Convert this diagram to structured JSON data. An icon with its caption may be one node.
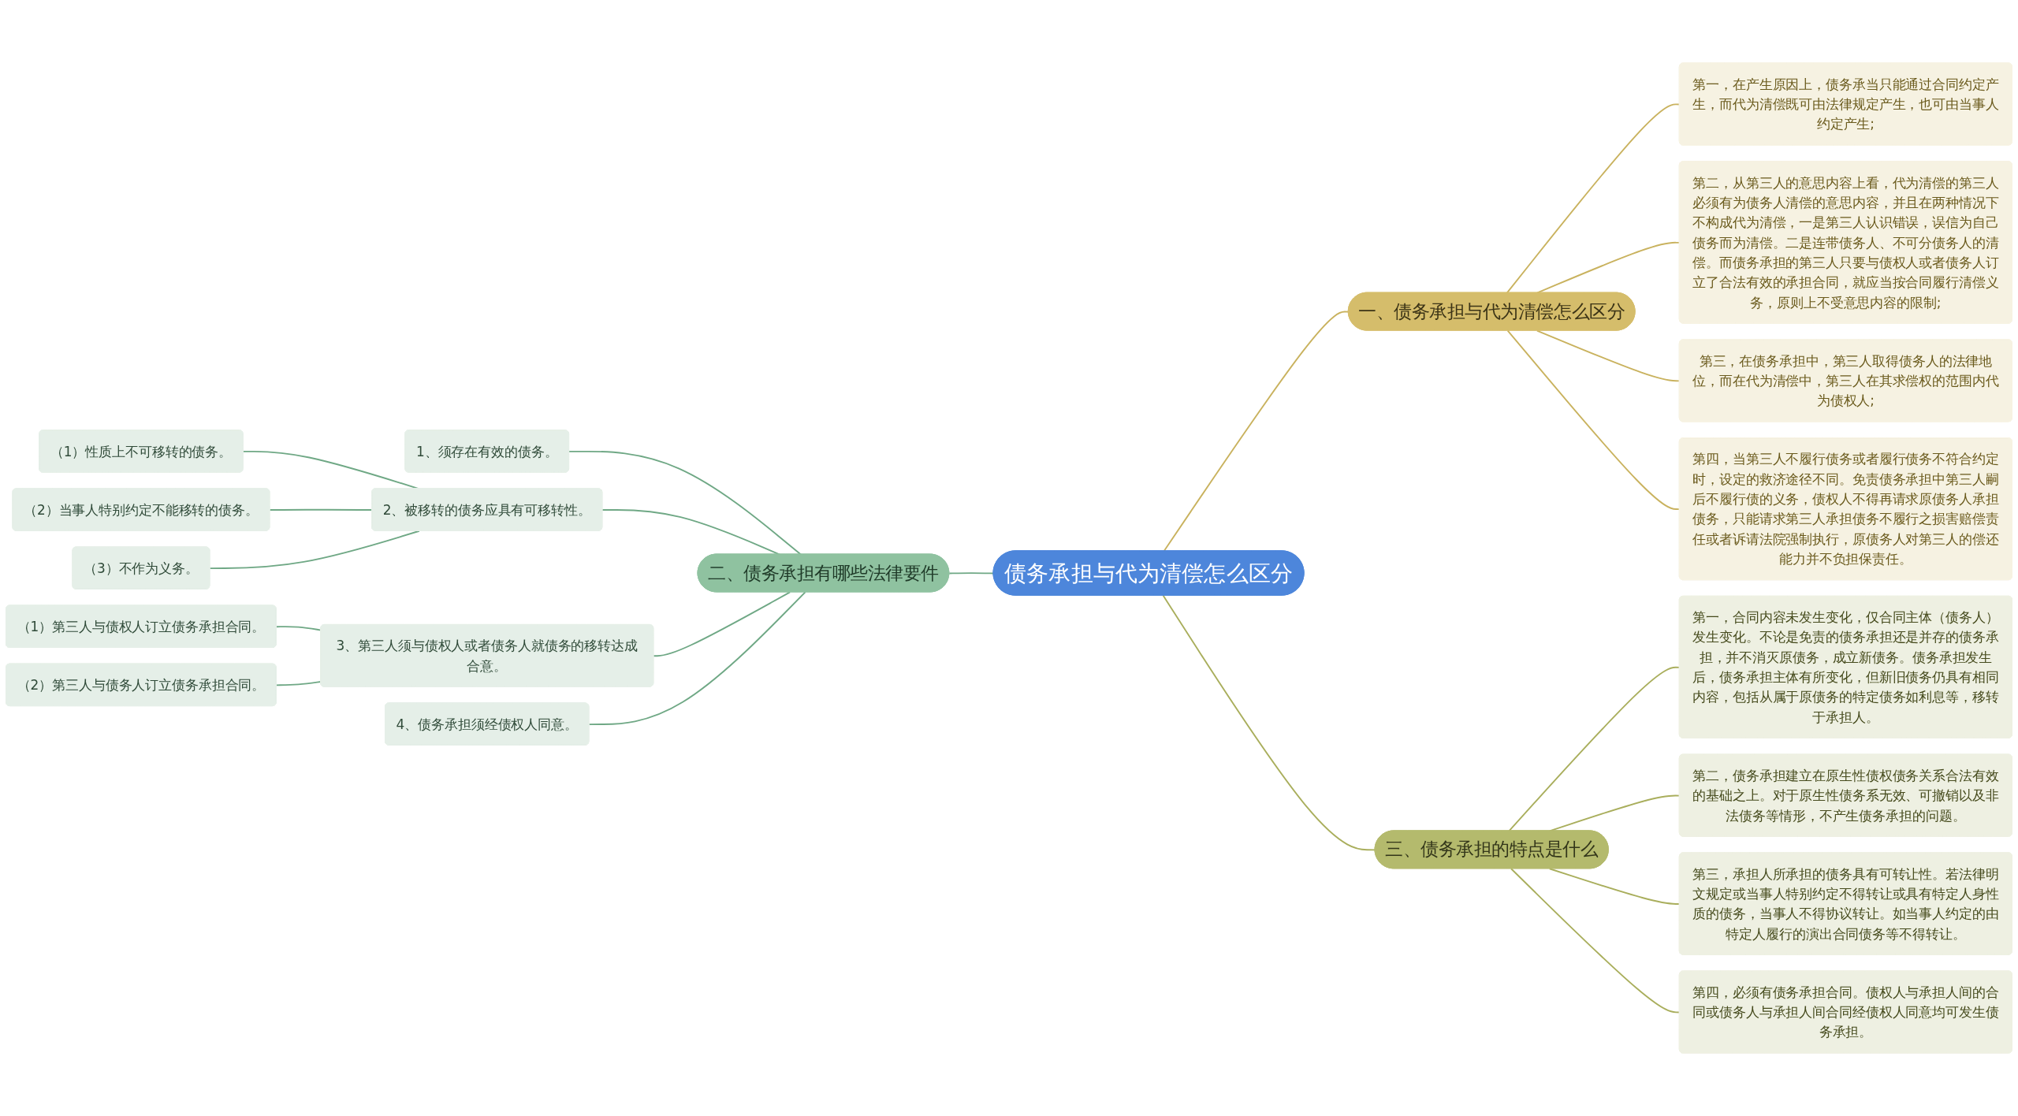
{
  "diagram": {
    "nodes": [
      {
        "text": [
          "债务承担与代为清偿怎么区分"
        ]
      },
      {
        "text": [
          "一、债务承担与代为清偿怎么区分"
        ]
      },
      {
        "text": [
          "第一，在产生原因上，债务承当只能通过合同约定产生，而代为清偿既可由法律规定产生，也可由当事人约定产生;"
        ]
      },
      {
        "text": [
          "第二，从第三人的意思内容上看，代为清偿的第三人必须有为债务人清偿的意思内容，并且在两种情况下不构成代为清偿，一是第三人认识错误，误信为自己债务而为清偿。二是连带债务人、不可分债务人的清偿。而债务承担的第三人只要与债权人或者债务人订立了合法有效的承担合同，就应当按合同履行清偿义务，原则上不受意思内容的限制;"
        ]
      },
      {
        "text": [
          "第三，在债务承担中，第三人取得债务人的法律地位，而在代为清偿中，第三人在其求偿权的范围内代为债权人;"
        ]
      },
      {
        "text": [
          "第四，当第三人不履行债务或者履行债务不符合约定时，设定的救济途径不同。免责债务承担中第三人嗣后不履行债的义务，债权人不得再请求原债务人承担债务，只能请求第三人承担债务不履行之损害赔偿责任或者诉请法院强制执行，原债务人对第三人的偿还能力并不负担保责任。"
        ]
      },
      {
        "text": [
          "二、债务承担有哪些法律要件"
        ]
      },
      {
        "text": [
          "1、须存在有效的债务。"
        ]
      },
      {
        "text": [
          "2、被移转的债务应具有可移转性。"
        ]
      },
      {
        "text": [
          "（1）性质上不可移转的债务。"
        ]
      },
      {
        "text": [
          "（2）当事人特别约定不能移转的债务。"
        ]
      },
      {
        "text": [
          "（3）不作为义务。"
        ]
      },
      {
        "text": [
          "3、第三人须与债权人或者债务人就债务的移转达成合意。"
        ]
      },
      {
        "text": [
          "（1）第三人与债权人订立债务承担合同。"
        ]
      },
      {
        "text": [
          "（2）第三人与债务人订立债务承担合同。"
        ]
      },
      {
        "text": [
          "4、债务承担须经债权人同意。"
        ]
      },
      {
        "text": [
          "三、债务承担的特点是什么"
        ]
      },
      {
        "text": [
          "第一，合同内容未发生变化，仅合同主体（债务人）发生变化。不论是免责的债务承担还是并存的债务承担，并不消灭原债务，成立新债务。债务承担发生后，债务承担主体有所变化，但新旧债务仍具有相同内容，包括从属于原债务的特定债务如利息等，移转于承担人。"
        ]
      },
      {
        "text": [
          "第二，债务承担建立在原生性债权债务关系合法有效的基础之上。对于原生性债务系无效、可撤销以及非法债务等情形，不产生债务承担的问题。"
        ]
      },
      {
        "text": [
          "第三，承担人所承担的债务具有可转让性。若法律明文规定或当事人特别约定不得转让或具有特定人身性质的债务，当事人不得协议转让。如当事人约定的由特定人履行的演出合同债务等不得转让。"
        ]
      },
      {
        "text": [
          "第四，必须有债务承担合同。债权人与承担人间的合同或债务人与承担人间合同经债权人同意均可发生债务承担。"
        ]
      }
    ],
    "edges": [
      {
        "from": 0,
        "to": 1,
        "arrow": "none",
        "color": "#c9b25e"
      },
      {
        "from": 1,
        "to": 2,
        "arrow": "none",
        "color": "#c9b25e"
      },
      {
        "from": 1,
        "to": 3,
        "arrow": "none",
        "color": "#c9b25e"
      },
      {
        "from": 1,
        "to": 4,
        "arrow": "none",
        "color": "#c9b25e"
      },
      {
        "from": 1,
        "to": 5,
        "arrow": "none",
        "color": "#c9b25e"
      },
      {
        "from": 0,
        "to": 6,
        "arrow": "none"
      },
      {
        "from": 6,
        "to": 7,
        "arrow": "none"
      },
      {
        "from": 6,
        "to": 8,
        "arrow": "none"
      },
      {
        "from": 8,
        "to": 9,
        "arrow": "none"
      },
      {
        "from": 8,
        "to": 10,
        "arrow": "none"
      },
      {
        "from": 8,
        "to": 11,
        "arrow": "none"
      },
      {
        "from": 6,
        "to": 12,
        "arrow": "none"
      },
      {
        "from": 12,
        "to": 13,
        "arrow": "none"
      },
      {
        "from": 12,
        "to": 14,
        "arrow": "none"
      },
      {
        "from": 6,
        "to": 15,
        "arrow": "none"
      },
      {
        "from": 0,
        "to": 16,
        "arrow": "none",
        "color": "#a9ae5c"
      },
      {
        "from": 16,
        "to": 17,
        "arrow": "none",
        "color": "#a9ae5c"
      },
      {
        "from": 16,
        "to": 18,
        "arrow": "none",
        "color": "#a9ae5c"
      },
      {
        "from": 16,
        "to": 19,
        "arrow": "none",
        "color": "#a9ae5c"
      },
      {
        "from": 16,
        "to": 20,
        "arrow": "none",
        "color": "#a9ae5c"
      }
    ]
  }
}
